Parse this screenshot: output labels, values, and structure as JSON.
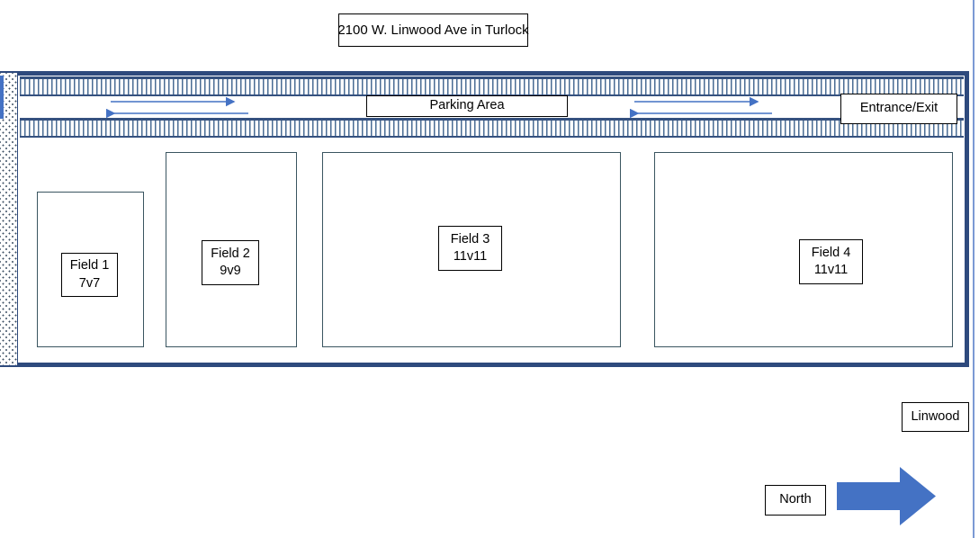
{
  "diagram": {
    "title": "2100 W. Linwood Ave in Turlock",
    "parking": {
      "area_label": "Parking Area",
      "entrance_exit_label": "Entrance/Exit",
      "lane_arrow_left_name": "two-way-traffic-arrows-left",
      "lane_arrow_right_name": "two-way-traffic-arrows-right"
    },
    "fields": [
      {
        "name": "Field 1",
        "format": "7v7"
      },
      {
        "name": "Field 2",
        "format": "9v9"
      },
      {
        "name": "Field 3",
        "format": "11v11"
      },
      {
        "name": "Field 4",
        "format": "11v11"
      }
    ],
    "annotations": {
      "street_label": "Linwood",
      "compass_label": "North"
    },
    "colors": {
      "complex_border": "#2e4a7d",
      "stall_hatch": "#4a6c94",
      "field_outline": "#3a5560",
      "arrow_blue": "#4472c4",
      "lane_arrow_blue": "#4472c4",
      "page_edge": "#7b9ad4",
      "label_border": "#000000",
      "text": "#000000"
    }
  }
}
